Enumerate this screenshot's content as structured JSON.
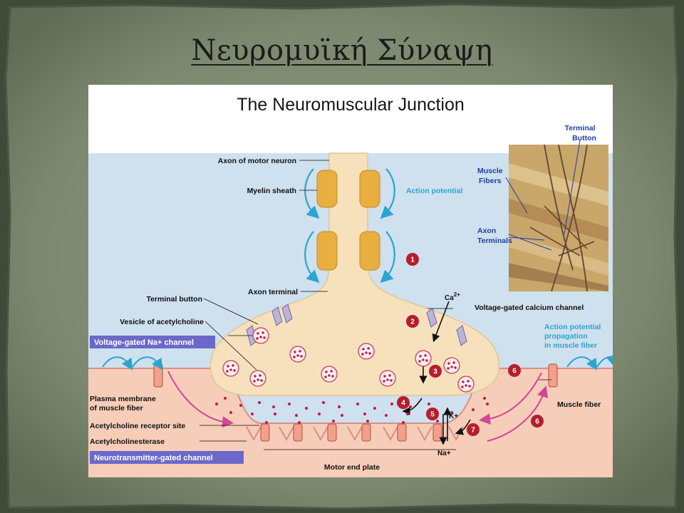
{
  "slide": {
    "title": "Νευρομυϊκή Σύναψη"
  },
  "figure": {
    "title": "The Neuromuscular Junction",
    "labels": {
      "axon_of_motor_neuron": "Axon of motor neuron",
      "myelin_sheath": "Myelin sheath",
      "action_potential": "Action potential",
      "terminal_button": "Terminal button",
      "axon_terminal": "Axon terminal",
      "vesicle_of_acetylcholine": "Vesicle of acetylcholine",
      "voltage_gated_na_channel": "Voltage-gated Na+ channel",
      "voltage_gated_calcium_channel": "Voltage-gated calcium channel",
      "ap_propagation_1": "Action potential",
      "ap_propagation_2": "propagation",
      "ap_propagation_3": "in muscle fiber",
      "plasma_membrane_1": "Plasma membrane",
      "plasma_membrane_2": "of muscle fiber",
      "acetylcholine_receptor_site": "Acetylcholine receptor site",
      "acetylcholinesterase": "Acetylcholinesterase",
      "neurotransmitter_gated_channel": "Neurotransmitter-gated channel",
      "motor_end_plate": "Motor end plate",
      "muscle_fiber": "Muscle fiber",
      "ion_ca": "Ca",
      "ion_ca_charge": "2+",
      "ion_k": "K+",
      "ion_na": "Na+"
    },
    "micrograph": {
      "terminal_button_1": "Terminal",
      "terminal_button_2": "Button",
      "muscle_fibers_1": "Muscle",
      "muscle_fibers_2": "Fibers",
      "axon_terminals_1": "Axon",
      "axon_terminals_2": "Terminals"
    },
    "steps": [
      "1",
      "2",
      "3",
      "4",
      "5",
      "6",
      "6",
      "7"
    ]
  },
  "colors": {
    "background": "#3f4a39",
    "paper": "#7f8b72",
    "extracellular": "#cfe0ee",
    "muscle": "#f6cdb8",
    "axon": "#f7e1bd",
    "myelin": "#e8ae3f",
    "step_badge": "#b51e2b",
    "label_box": "#6b68c9",
    "acetylcholine": "#c01b45",
    "action_potential": "#2ba5cf"
  }
}
